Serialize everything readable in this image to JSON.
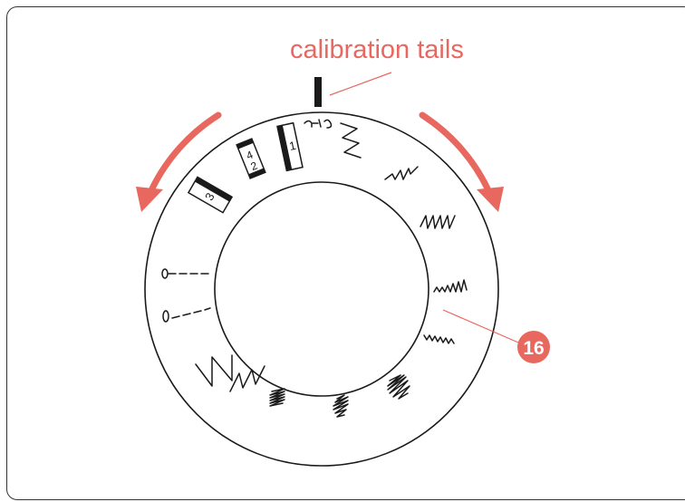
{
  "annotations": {
    "calibration_label": "calibration tails",
    "callout_number": "16"
  },
  "dial": {
    "patterns": [
      "1",
      "4",
      "2",
      "3"
    ]
  },
  "colors": {
    "accent": "#e8685f",
    "ink": "#1a1a1a"
  }
}
